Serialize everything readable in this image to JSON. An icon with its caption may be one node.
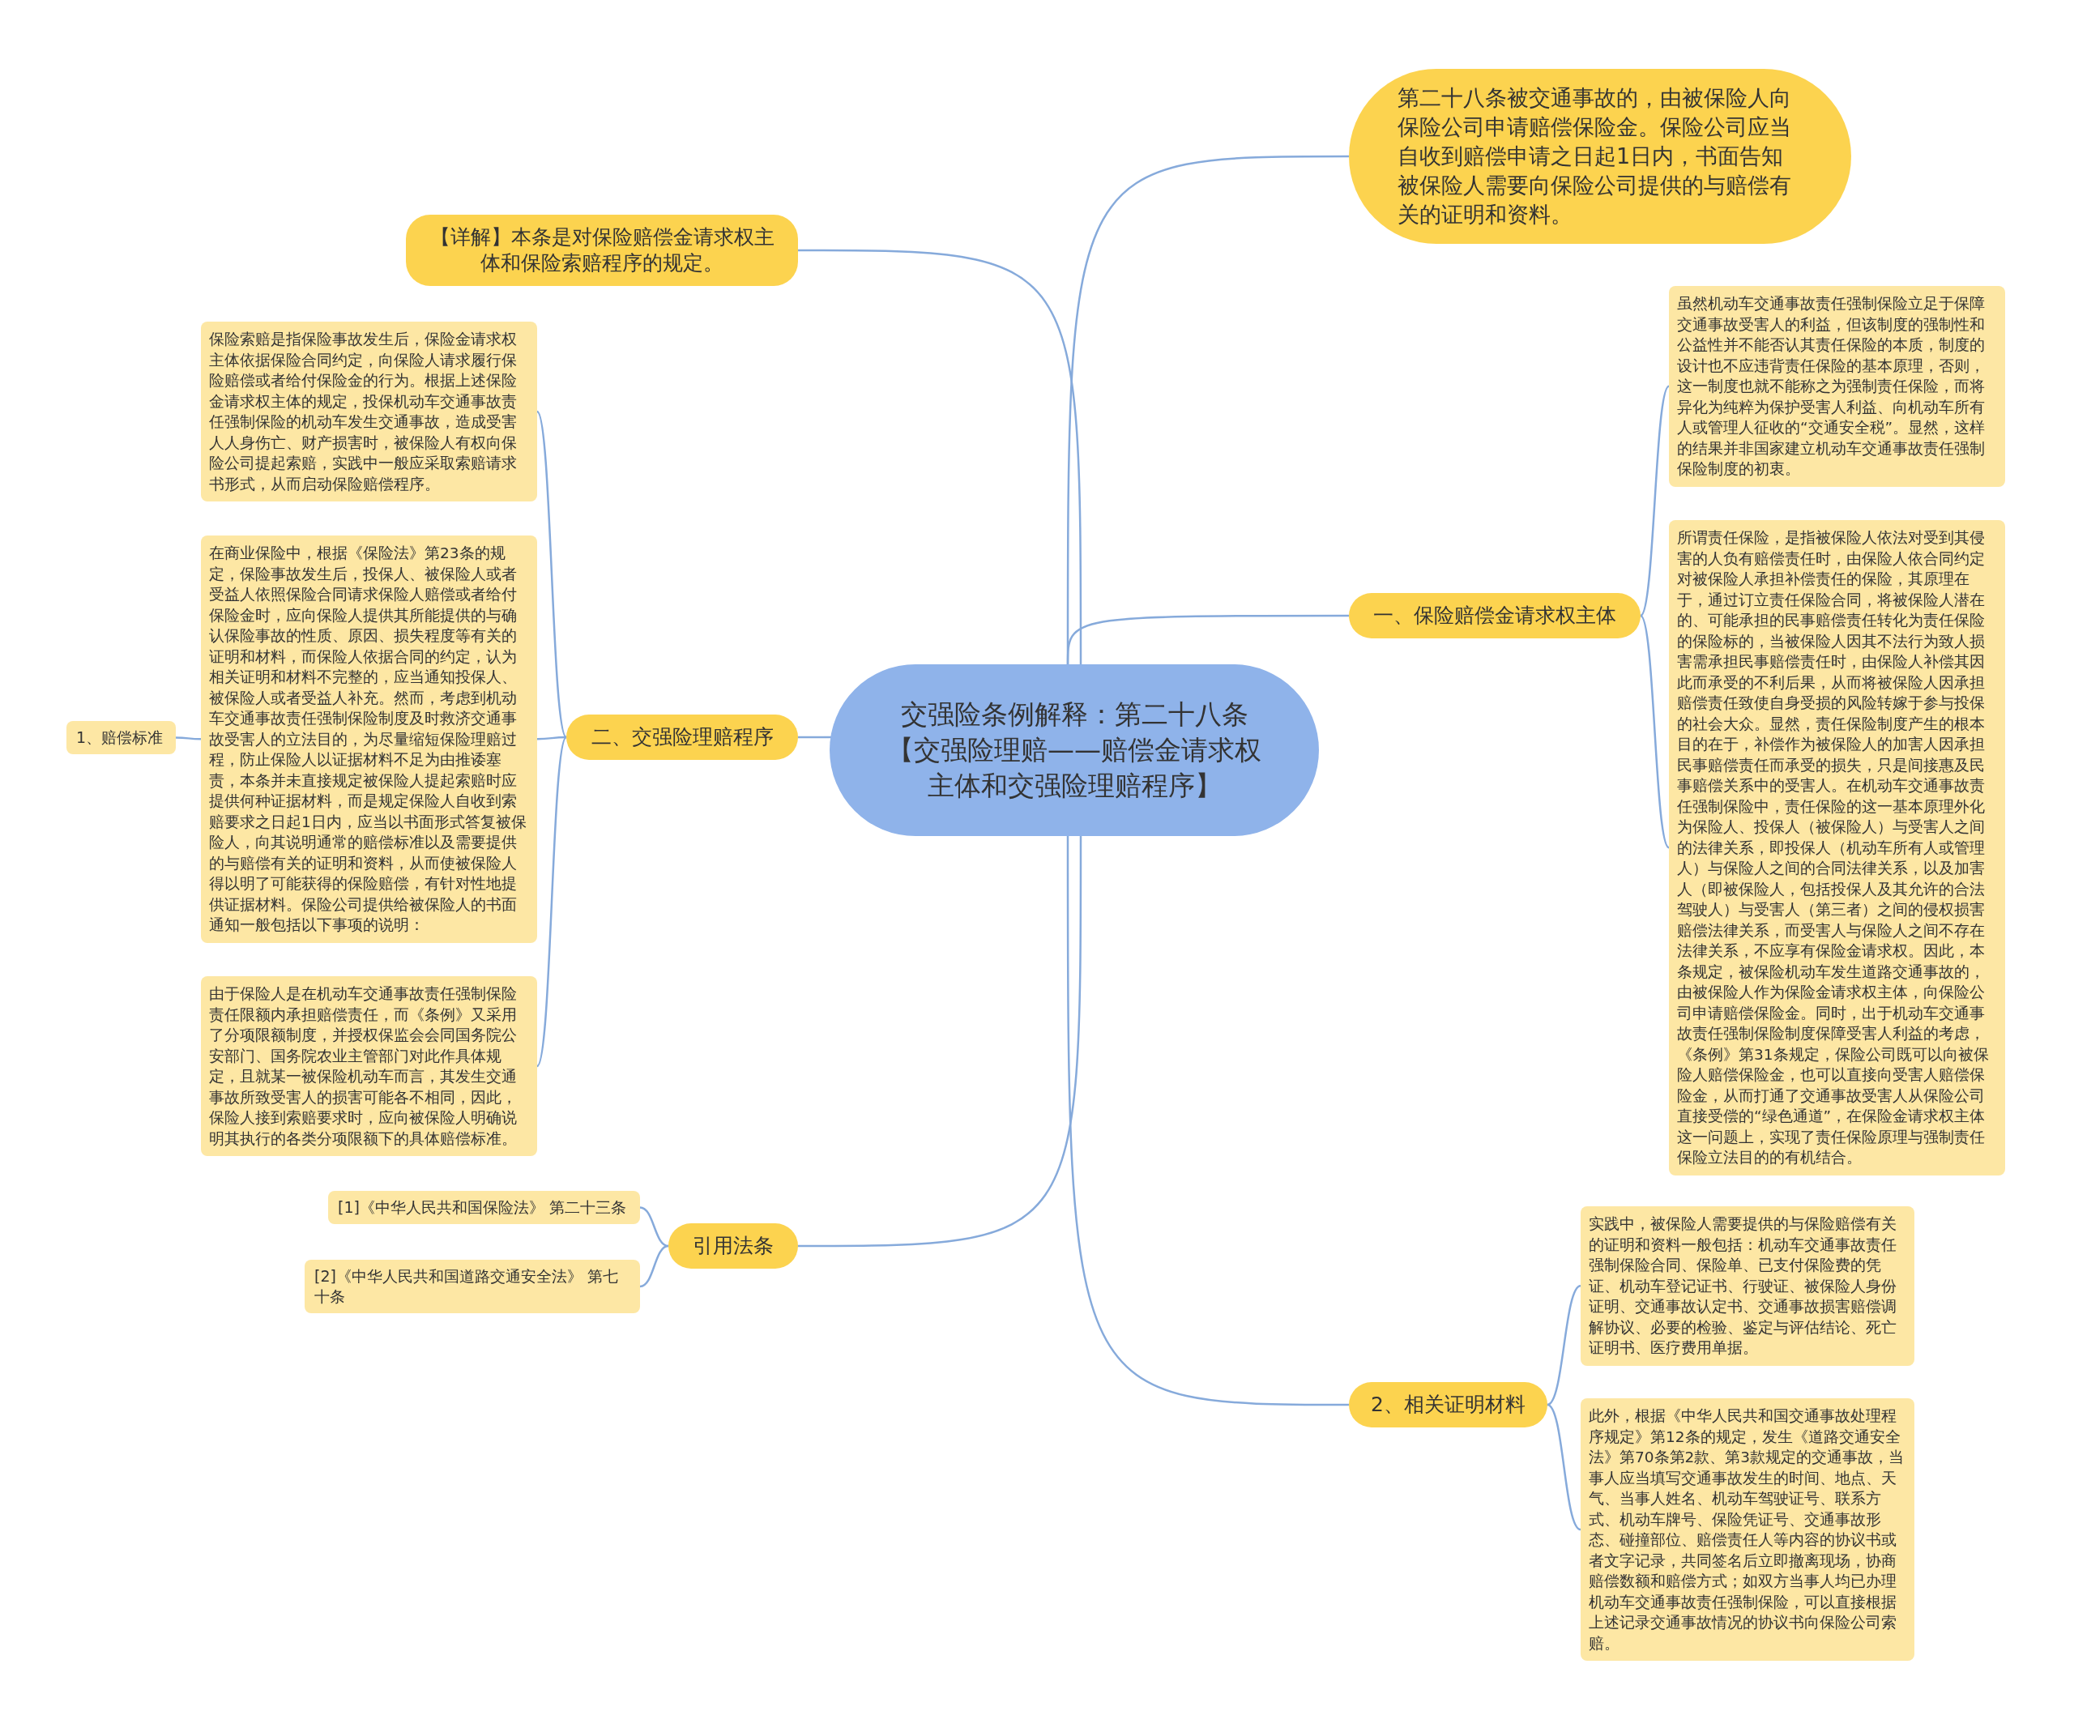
{
  "diagram": {
    "nodes": [
      {
        "text": [
          "交强险条例解释：第二十八条【交强险理赔——赔偿金请求权主体和交强险理赔程序】"
        ]
      },
      {
        "text": [
          "第二十八条被交通事故的，由被保险人向保险公司申请赔偿保险金。保险公司应当自收到赔偿申请之日起1日内，书面告知被保险人需要向保险公司提供的与赔偿有关的证明和资料。"
        ]
      },
      {
        "text": [
          "【详解】本条是对保险赔偿金请求权主体和保险索赔程序的规定。"
        ]
      },
      {
        "text": [
          "一、保险赔偿金请求权主体"
        ]
      },
      {
        "text": [
          "虽然机动车交通事故责任强制保险立足于保障交通事故受害人的利益，但该制度的强制性和公益性并不能否认其责任保险的本质，制度的设计也不应违背责任保险的基本原理，否则，这一制度也就不能称之为强制责任保险，而将异化为纯粹为保护受害人利益、向机动车所有人或管理人征收的“交通安全税”。显然，这样的结果并非国家建立机动车交通事故责任强制保险制度的初衷。"
        ]
      },
      {
        "text": [
          "所谓责任保险，是指被保险人依法对受到其侵害的人负有赔偿责任时，由保险人依合同约定对被保险人承担补偿责任的保险，其原理在于，通过订立责任保险合同，将被保险人潜在的、可能承担的民事赔偿责任转化为责任保险的保险标的，当被保险人因其不法行为致人损害需承担民事赔偿责任时，由保险人补偿其因此而承受的不利后果，从而将被保险人因承担赔偿责任致使自身受损的风险转嫁于参与投保的社会大众。显然，责任保险制度产生的根本目的在于，补偿作为被保险人的加害人因承担民事赔偿责任而承受的损失，只是间接惠及民事赔偿关系中的受害人。在机动车交通事故责任强制保险中，责任保险的这一基本原理外化为保险人、投保人（被保险人）与受害人之间的法律关系，即投保人（机动车所有人或管理人）与保险人之间的合同法律关系，以及加害人（即被保险人，包括投保人及其允许的合法驾驶人）与受害人（第三者）之间的侵权损害赔偿法律关系，而受害人与保险人之间不存在法律关系，不应享有保险金请求权。因此，本条规定，被保险机动车发生道路交通事故的，由被保险人作为保险金请求权主体，向保险公司申请赔偿保险金。同时，出于机动车交通事故责任强制保险制度保障受害人利益的考虑，《条例》第31条规定，保险公司既可以向被保险人赔偿保险金，也可以直接向受害人赔偿保险金，从而打通了交通事故受害人从保险公司直接受偿的“绿色通道”，在保险金请求权主体这一问题上，实现了责任保险原理与强制责任保险立法目的的有机结合。"
        ]
      },
      {
        "text": [
          "二、交强险理赔程序"
        ]
      },
      {
        "text": [
          "1、赔偿标准"
        ]
      },
      {
        "text": [
          "保险索赔是指保险事故发生后，保险金请求权主体依据保险合同约定，向保险人请求履行保险赔偿或者给付保险金的行为。根据上述保险金请求权主体的规定，投保机动车交通事故责任强制保险的机动车发生交通事故，造成受害人人身伤亡、财产损害时，被保险人有权向保险公司提起索赔，实践中一般应采取索赔请求书形式，从而启动保险赔偿程序。"
        ]
      },
      {
        "text": [
          "在商业保险中，根据《保险法》第23条的规定，保险事故发生后，投保人、被保险人或者受益人依照保险合同请求保险人赔偿或者给付保险金时，应向保险人提供其所能提供的与确认保险事故的性质、原因、损失程度等有关的证明和材料，而保险人依据合同的约定，认为相关证明和材料不完整的，应当通知投保人、被保险人或者受益人补充。然而，考虑到机动车交通事故责任强制保险制度及时救济交通事故受害人的立法目的，为尽量缩短保险理赔过程，防止保险人以证据材料不足为由推诿塞责，本条并未直接规定被保险人提起索赔时应提供何种证据材料，而是规定保险人自收到索赔要求之日起1日内，应当以书面形式答复被保险人，向其说明通常的赔偿标准以及需要提供的与赔偿有关的证明和资料，从而使被保险人得以明了可能获得的保险赔偿，有针对性地提供证据材料。保险公司提供给被保险人的书面通知一般包括以下事项的说明："
        ]
      },
      {
        "text": [
          "由于保险人是在机动车交通事故责任强制保险责任限额内承担赔偿责任，而《条例》又采用了分项限额制度，并授权保监会会同国务院公安部门、国务院农业主管部门对此作具体规定，且就某一被保险机动车而言，其发生交通事故所致受害人的损害可能各不相同，因此，保险人接到索赔要求时，应向被保险人明确说明其执行的各类分项限额下的具体赔偿标准。"
        ]
      },
      {
        "text": [
          "引用法条"
        ]
      },
      {
        "text": [
          "[1]《中华人民共和国保险法》 第二十三条"
        ]
      },
      {
        "text": [
          "[2]《中华人民共和国道路交通安全法》 第七十条"
        ]
      },
      {
        "text": [
          "2、相关证明材料"
        ]
      },
      {
        "text": [
          "实践中，被保险人需要提供的与保险赔偿有关的证明和资料一般包括：机动车交通事故责任强制保险合同、保险单、已支付保险费的凭证、机动车登记证书、行驶证、被保险人身份证明、交通事故认定书、交通事故损害赔偿调解协议、必要的检验、鉴定与评估结论、死亡证明书、医疗费用单据。"
        ]
      },
      {
        "text": [
          "此外，根据《中华人民共和国交通事故处理程序规定》第12条的规定，发生《道路交通安全法》第70条第2款、第3款规定的交通事故，当事人应当填写交通事故发生的时间、地点、天气、当事人姓名、机动车驾驶证号、联系方式、机动车牌号、保险凭证号、交通事故形态、碰撞部位、赔偿责任人等内容的协议书或者文字记录，共同签名后立即撤离现场，协商赔偿数额和赔偿方式；如双方当事人均已办理机动车交通事故责任强制保险，可以直接根据上述记录交通事故情况的协议书向保险公司索赔。"
        ]
      }
    ],
    "edges": [
      {
        "from": 0,
        "to": 1,
        "arrow": "none"
      },
      {
        "from": 0,
        "to": 2,
        "arrow": "none"
      },
      {
        "from": 0,
        "to": 3,
        "arrow": "none"
      },
      {
        "from": 3,
        "to": 4,
        "arrow": "none"
      },
      {
        "from": 3,
        "to": 5,
        "arrow": "none"
      },
      {
        "from": 0,
        "to": 6,
        "arrow": "none"
      },
      {
        "from": 9,
        "to": 7,
        "arrow": "none"
      },
      {
        "from": 6,
        "to": 8,
        "arrow": "none"
      },
      {
        "from": 6,
        "to": 9,
        "arrow": "none"
      },
      {
        "from": 6,
        "to": 10,
        "arrow": "none"
      },
      {
        "from": 0,
        "to": 11,
        "arrow": "none"
      },
      {
        "from": 11,
        "to": 12,
        "arrow": "none"
      },
      {
        "from": 11,
        "to": 13,
        "arrow": "none"
      },
      {
        "from": 0,
        "to": 14,
        "arrow": "none"
      },
      {
        "from": 14,
        "to": 15,
        "arrow": "none"
      },
      {
        "from": 14,
        "to": 16,
        "arrow": "none"
      }
    ]
  }
}
